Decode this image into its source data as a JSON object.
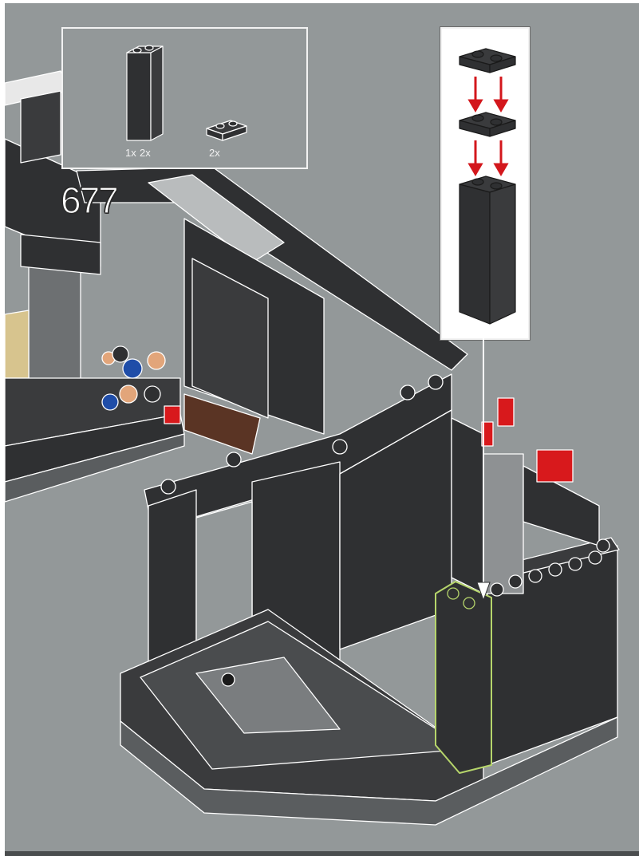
{
  "step": {
    "number": "677"
  },
  "parts": [
    {
      "name": "brick-1x1x3",
      "quantity": "1x"
    },
    {
      "name": "tile-1x2",
      "quantity": "2x"
    },
    {
      "name": "brick-1x2x3",
      "quantity": "2x"
    }
  ],
  "colors": {
    "background": "#939899",
    "brick_dark": "#2f3032",
    "brick_edge": "#ffffff",
    "highlight_outline": "#b6d56b",
    "arrow_red": "#d3171c",
    "accent_red": "#d8191c",
    "tan": "#d7c48e",
    "blue": "#1f4da8",
    "peach": "#e2a57a"
  }
}
